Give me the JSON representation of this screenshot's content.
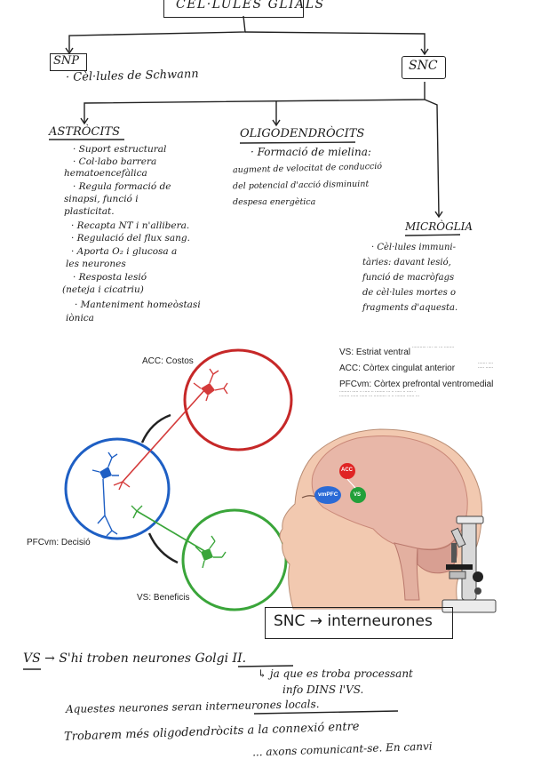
{
  "notes": {
    "title": "CÈL·LULES GLIALS",
    "snp": {
      "label": "SNP",
      "item": "· Cèl·lules de Schwann"
    },
    "snc": {
      "label": "SNC"
    },
    "astrocits": {
      "title": "ASTRÒCITS",
      "lines": [
        "· Suport estructural",
        "· Col·labo barrera",
        "hematoencefàlica",
        "· Regula formació de",
        "sinapsi, funció i",
        "plasticitat.",
        "· Recapta NT i n'allibera.",
        "· Regulació del flux sang.",
        "· Aporta O₂ i glucosa a",
        "les neurones",
        "· Resposta lesió",
        "(neteja i cicatriu)",
        "· Manteniment homeòstasi",
        "iònica"
      ]
    },
    "oligo": {
      "title": "OLIGODENDRÒCITS",
      "lines": [
        "· Formació de mielina:",
        "augment de velocitat de conducció",
        "del potencial d'acció disminuint",
        "despesa energètica"
      ]
    },
    "microglia": {
      "title": "MICRÒGLIA",
      "lines": [
        "· Cèl·lules immuni-",
        "tàries: davant lesió,",
        "funció de macròfags",
        "de cèl·lules mortes o",
        "fragments d'aquesta."
      ]
    }
  },
  "figure": {
    "acc_label": "ACC: Costos",
    "pfc_label": "PFCvm: Decisió",
    "vs_label": "VS: Beneficis",
    "legend": {
      "vs": "VS: Estriat ventral",
      "acc": "ACC: Còrtex cingulat anterior",
      "pfc": "PFCvm: Còrtex prefrontal ventromedial"
    },
    "brain_labels": {
      "acc": "ACC",
      "vmpfc": "vmPFC",
      "vs": "VS"
    },
    "colors": {
      "acc": "#c62828",
      "pfc": "#1e5fc4",
      "vs": "#3aa53a"
    },
    "snc_box": "SNC → interneurones"
  },
  "bottom_notes": {
    "line1": "VS → S'hi troben neurones Golgi II.",
    "line2": "↳ ja que es troba processant",
    "line3": "info DINS l'VS.",
    "line4": "Aquestes neurones seran interneurones locals.",
    "line5": "Trobarem més oligodendròcits a la connexió entre",
    "line6": "... axons comunicant-se. En canvi"
  }
}
